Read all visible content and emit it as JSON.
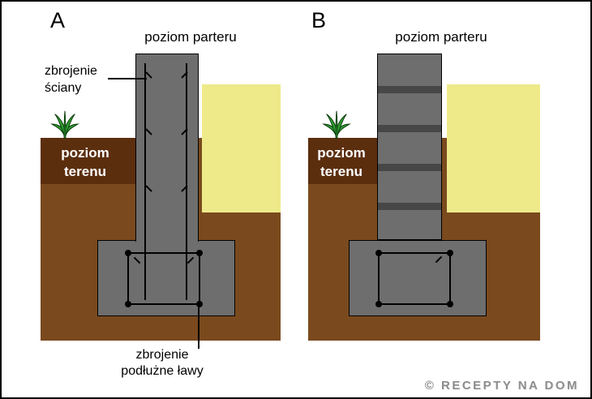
{
  "panels": [
    {
      "letter": "A",
      "floor_level": "poziom parteru",
      "ground_level_line1": "poziom",
      "ground_level_line2": "terenu"
    },
    {
      "letter": "B",
      "floor_level": "poziom parteru",
      "ground_level_line1": "poziom",
      "ground_level_line2": "terenu"
    }
  ],
  "annotations": {
    "wall_rebar_line1": "zbrojenie",
    "wall_rebar_line2": "ściany",
    "footing_rebar_line1": "zbrojenie",
    "footing_rebar_line2": "podłużne ławy"
  },
  "watermark": "© RECEPTY NA DOM",
  "colors": {
    "concrete_gray": "#6e6e6e",
    "block_joint_gray": "#474747",
    "soil_dark_brown": "#5b2e0e",
    "soil_light_brown": "#7a4a1e",
    "insulation_yellow": "#eeea8a",
    "plant_green": "#2f9e33",
    "plant_outline_green": "#0c3b0c",
    "outline_black": "#000000",
    "watermark_gray": "#8d8d8d"
  }
}
